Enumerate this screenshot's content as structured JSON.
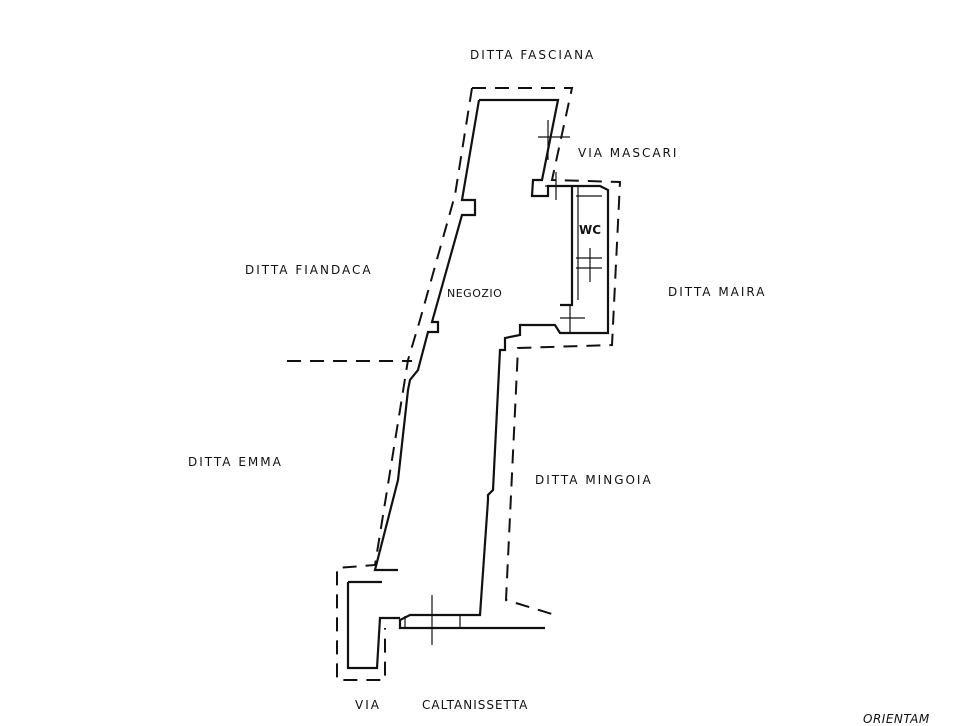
{
  "labels": {
    "north": "DITTA FASCIANA",
    "via_mascari": "VIA MASCARI",
    "wc": "WC",
    "west_upper": "DITTA FIANDACA",
    "room": "NEGOZIO",
    "east_upper": "DITTA MAIRA",
    "west_lower": "DITTA EMMA",
    "east_lower": "DITTA MINGOIA",
    "street_via": "VIA",
    "street_name": "CALTANISSETTA",
    "orientation": "ORIENTAM"
  }
}
